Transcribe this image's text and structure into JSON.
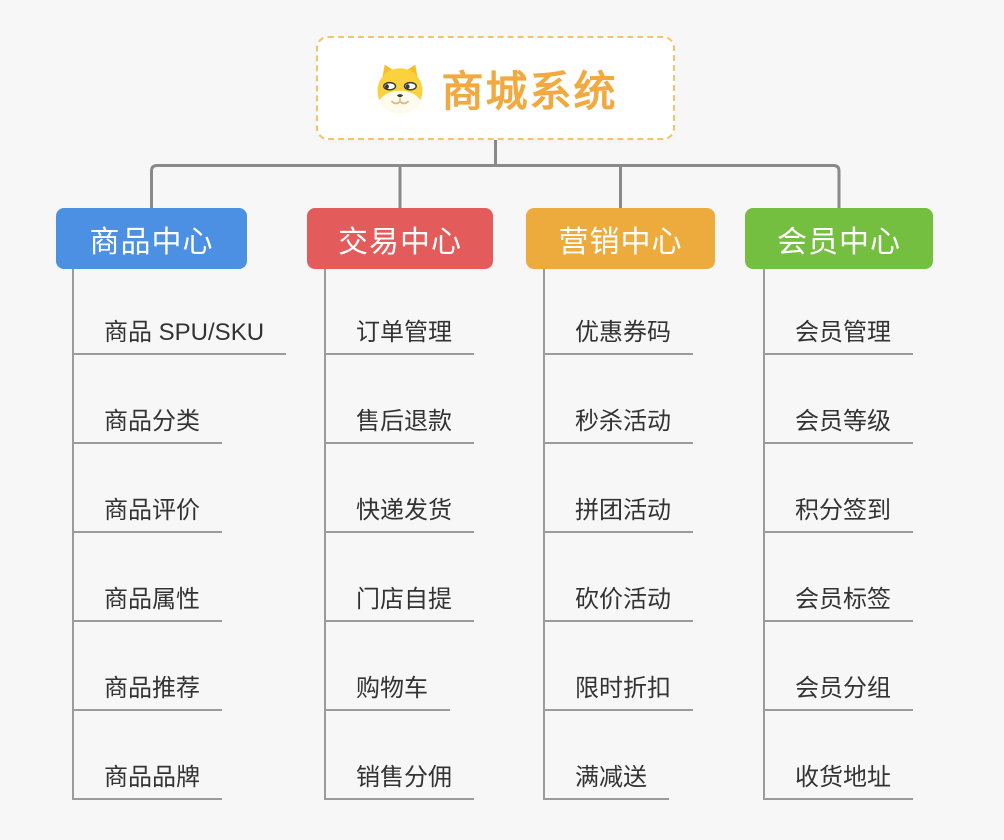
{
  "page": {
    "background": "#f7f7f8"
  },
  "root": {
    "title": "商城系统",
    "icon": "dog-face"
  },
  "colors": {
    "title": "#F2A93F",
    "root_border": "#F5C36C",
    "connector": "#8A8A8A",
    "line": "#9B9B9B",
    "leaf_text": "#333333",
    "branch_text": "#FFFFFF"
  },
  "branches": [
    {
      "label": "商品中心",
      "color": "#4B90E2",
      "children": [
        "商品 SPU/SKU",
        "商品分类",
        "商品评价",
        "商品属性",
        "商品推荐",
        "商品品牌"
      ]
    },
    {
      "label": "交易中心",
      "color": "#E45B5B",
      "children": [
        "订单管理",
        "售后退款",
        "快递发货",
        "门店自提",
        "购物车",
        "销售分佣"
      ]
    },
    {
      "label": "营销中心",
      "color": "#EDAB3D",
      "children": [
        "优惠券码",
        "秒杀活动",
        "拼团活动",
        "砍价活动",
        "限时折扣",
        "满减送"
      ]
    },
    {
      "label": "会员中心",
      "color": "#74BF3F",
      "children": [
        "会员管理",
        "会员等级",
        "积分签到",
        "会员标签",
        "会员分组",
        "收货地址"
      ]
    }
  ]
}
